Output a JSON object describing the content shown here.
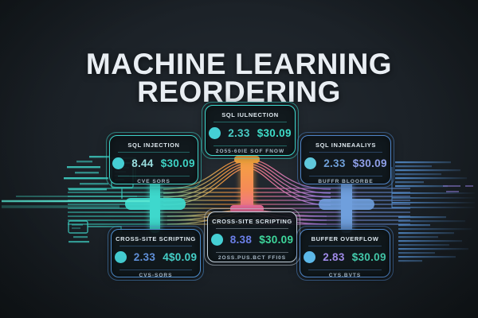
{
  "title": {
    "line1": "MACHINE LEARNING",
    "line2": "REORDERING"
  },
  "cards": [
    {
      "position": "top-center",
      "title": "SQL IULNECTION",
      "score": "2.33",
      "price": "$30.09",
      "subtitle": "2O55-60IE SOF FNOW"
    },
    {
      "position": "top-left",
      "title": "SQL INJECTION",
      "score": "8.44",
      "price": "$30.09",
      "subtitle": "CVE SORS"
    },
    {
      "position": "top-right",
      "title": "SQL INJNEAALIYS",
      "score": "2.33",
      "price": "$30.09",
      "subtitle": "BUFFR BLOORBE"
    },
    {
      "position": "bottom-left",
      "title": "CROSS-SITE SCRIPTING",
      "score": "2.33",
      "price": "4$0.09",
      "subtitle": "CVS-SORS"
    },
    {
      "position": "bottom-center",
      "title": "CROSS-SITE SCRIPTING",
      "score": "8.38",
      "price": "$30.09",
      "subtitle": "2OSS.PUS.BCT FFI0S"
    },
    {
      "position": "bottom-right",
      "title": "BUFFER OVERFLOW",
      "score": "2.83",
      "price": "$30.09",
      "subtitle": "CYS.BVTS"
    }
  ],
  "colors": {
    "background": "#1b2127",
    "title_text": "#e9eef3",
    "teal_accent": "#3ed8cc",
    "orange_accent": "#f59a3e",
    "pink_accent": "#ef6f9e",
    "purple_accent": "#9b8ae8",
    "blue_accent": "#5f8fd8",
    "steel_blue_decor": "#4f85c0",
    "dot_teal": "#45cfd4",
    "dot_blue": "#5cb8e8"
  },
  "icons": {
    "score_dot": "score-dot-icon"
  }
}
